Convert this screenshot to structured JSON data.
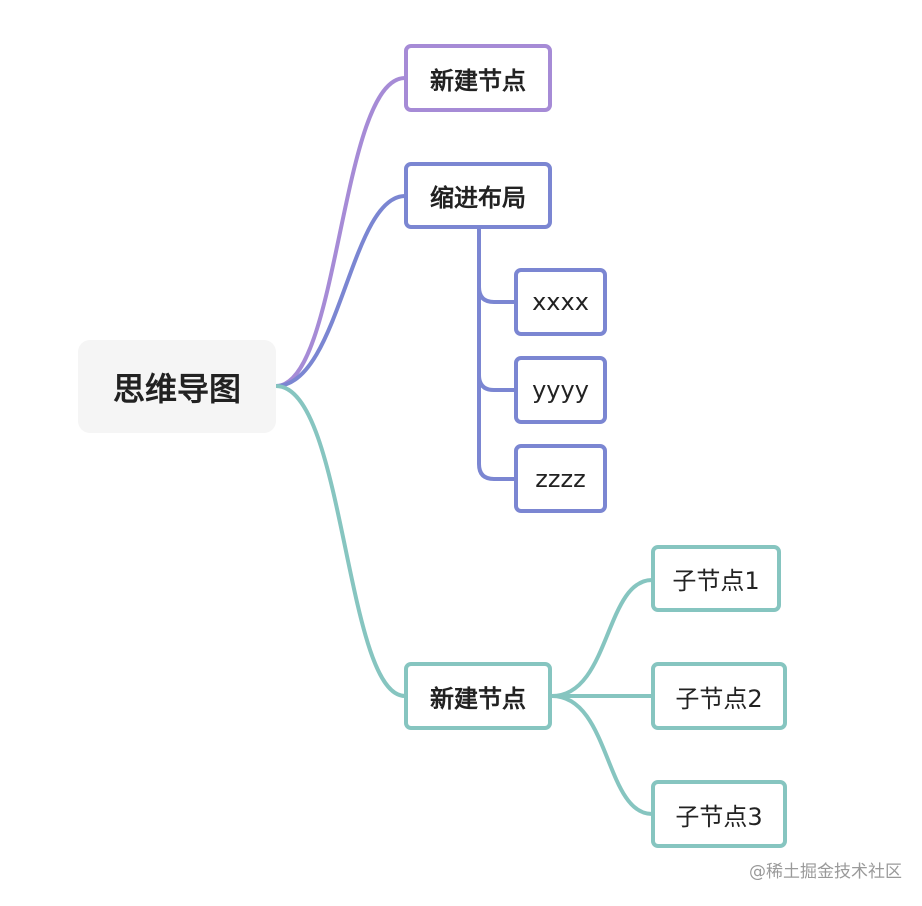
{
  "root": {
    "label": "思维导图"
  },
  "branches": [
    {
      "label": "新建节点",
      "color": "#a68bd6",
      "children": []
    },
    {
      "label": "缩进布局",
      "color": "#7b86d2",
      "layout": "indented",
      "children": [
        {
          "label": "xxxx"
        },
        {
          "label": "yyyy"
        },
        {
          "label": "zzzz"
        }
      ]
    },
    {
      "label": "新建节点",
      "color": "#86c5c0",
      "children": [
        {
          "label": "子节点1"
        },
        {
          "label": "子节点2"
        },
        {
          "label": "子节点3"
        }
      ]
    }
  ],
  "watermark": "@稀土掘金技术社区"
}
